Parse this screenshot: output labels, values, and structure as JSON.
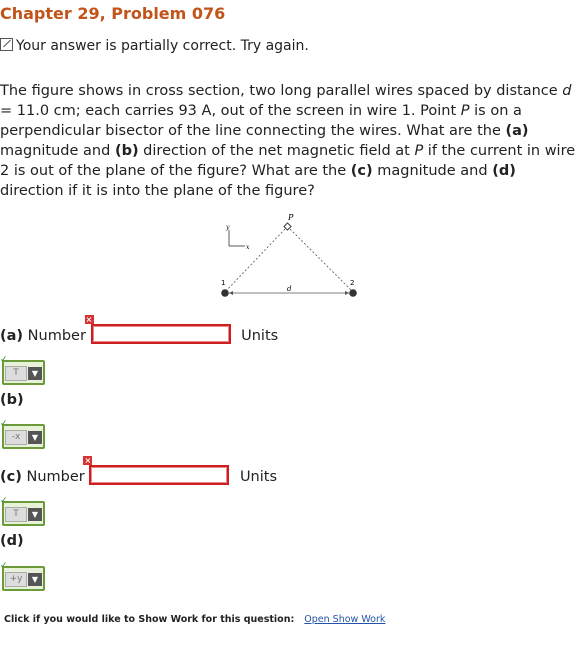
{
  "title": "Chapter 29, Problem 076",
  "status": "Your answer is partially correct.  Try again.",
  "problem": {
    "p1": "The figure shows in cross section, two long parallel wires spaced by distance ",
    "var_d": "d",
    "p2": " = 11.0 cm; each carries 93 A, out of the screen in wire 1. Point ",
    "var_P": "P",
    "p3": " is on a perpendicular bisector of the line connecting the wires. What are the ",
    "a": "(a)",
    "p4": " magnitude and ",
    "b": "(b)",
    "p5": " direction of the net magnetic field at ",
    "var_P2": "P",
    "p6": " if the current in wire 2 is out of the plane of the figure? What are the ",
    "c": "(c)",
    "p7": " magnitude and ",
    "d_lbl": "(d)",
    "p8": " direction if it is into the plane of the figure?"
  },
  "figure": {
    "point_label": "P",
    "axis_y": "y",
    "axis_x": "x",
    "wire1": "1",
    "wire2": "2",
    "spacing": "d"
  },
  "parts": {
    "a": {
      "letter": "(a)",
      "label": "Number",
      "value": "",
      "units": "Units"
    },
    "a_unit": {
      "value": "T"
    },
    "b": {
      "letter": "(b)"
    },
    "b_dir": {
      "value": "-x"
    },
    "c": {
      "letter": "(c)",
      "label": "Number",
      "value": "",
      "units": "Units"
    },
    "c_unit": {
      "value": "T"
    },
    "d": {
      "letter": "(d)"
    },
    "d_dir": {
      "value": "+y"
    }
  },
  "footer": {
    "text": "Click if you would like to Show Work for this question:",
    "link": "Open Show Work"
  },
  "colors": {
    "title": "#c2541a",
    "error": "#cc1f1f",
    "ok": "#6a9a3a",
    "link": "#2255aa"
  }
}
